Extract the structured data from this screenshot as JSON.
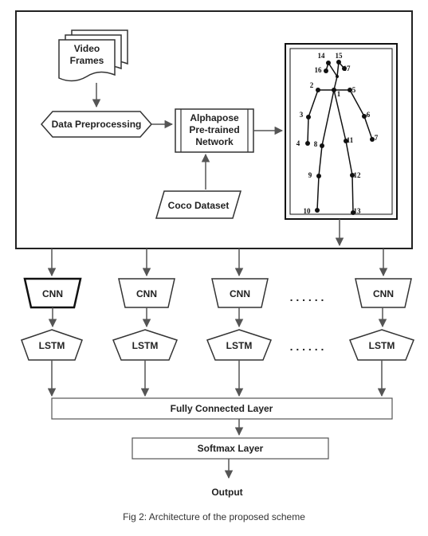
{
  "nodes": {
    "video_frames": "Video Frames",
    "data_preprocessing": "Data Preprocessing",
    "alphapose": [
      "Alphapose",
      "Pre-trained",
      "Network"
    ],
    "coco_dataset": "Coco Dataset",
    "cnn": "CNN",
    "lstm": "LSTM",
    "ellipsis": ". . . . . .",
    "fully_connected": "Fully Connected Layer",
    "softmax": "Softmax Layer",
    "output": "Output"
  },
  "skeleton": {
    "keypoints": [
      "1",
      "2",
      "3",
      "4",
      "5",
      "6",
      "7",
      "8",
      "9",
      "10",
      "11",
      "12",
      "13",
      "14",
      "15",
      "16",
      "17"
    ]
  },
  "caption": "Fig 2: Architecture of the proposed scheme"
}
